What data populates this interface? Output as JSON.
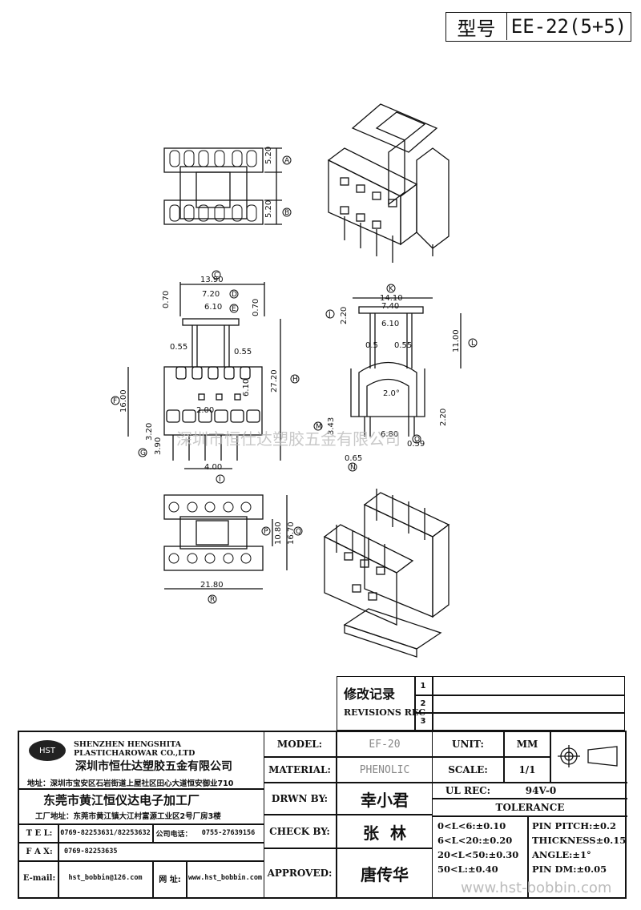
{
  "header": {
    "model_label": "型号",
    "model_value": "EE-22(5+5)"
  },
  "dimensions": {
    "top_view": [
      "5.20",
      "5.20"
    ],
    "front": [
      "13.90",
      "7.20",
      "6.10",
      "0.70",
      "0.70",
      "0.55",
      "0.55",
      "27.20",
      "16.00",
      "2.00",
      "3.20",
      "3.90",
      "4.00",
      "6.10"
    ],
    "side": [
      "14.10",
      "7.40",
      "6.10",
      "2.20",
      "11.00",
      "0.5",
      "0.55",
      "2.0°",
      "3.43",
      "6.80",
      "2.20",
      "0.65",
      "0.59"
    ],
    "bottom": [
      "10.80",
      "16.70",
      "21.80"
    ]
  },
  "callouts": [
    "A",
    "B",
    "C",
    "D",
    "E",
    "F",
    "G",
    "H",
    "I",
    "J",
    "K",
    "L",
    "M",
    "N",
    "O",
    "P",
    "Q",
    "R"
  ],
  "watermark": "深圳市恒仕达塑胶五金有限公司",
  "revisions": {
    "title_cn": "修改记录",
    "title_en": "REVISIONS REC",
    "marks": [
      "1",
      "2",
      "3"
    ]
  },
  "company": {
    "name_en": "SHENZHEN HENGSHITA PLASTICHAROWAR CO.,LTD",
    "name_cn": "深圳市恒仕达塑胶五金有限公司",
    "address1": "地址：深圳市宝安区石岩街道上屋社区田心大道恒安御业710",
    "factory_cn": "东莞市黄江恒仪达电子加工厂",
    "address2": "工厂地址：东莞市黄江镇大江村富源工业区2号厂房3楼",
    "tel_label": "T E L:",
    "tel_value": "0769-82253631/82253632",
    "tel2_label": "公司电话：",
    "tel2_value": "0755-27639156",
    "fax_label": "F A X:",
    "fax_value": "0769-82253635",
    "email_label": "E-mail:",
    "email_value": "hst_bobbin@126.com",
    "web_label": "网 址:",
    "web_value": "www.hst_bobbin.com"
  },
  "titleblock": {
    "model_label": "MODEL:",
    "model_value": "EF-20",
    "material_label": "MATERIAL:",
    "material_value": "PHENOLIC",
    "drawn_label": "DRWN BY:",
    "drawn_value": "幸小君",
    "check_label": "CHECK BY:",
    "check_value": "张  林",
    "approved_label": "APPROVED:",
    "approved_value": "唐传华",
    "unit_label": "UNIT:",
    "unit_value": "MM",
    "scale_label": "SCALE:",
    "scale_value": "1/1",
    "ul_label": "UL REC:",
    "ul_value": "94V-0",
    "tolerance_label": "TOLERANCE",
    "tol_lines": [
      "0<L<6:±0.10",
      "6<L<20:±0.20",
      "20<L<50:±0.30",
      "50<L:±0.40"
    ],
    "tol_right": [
      "PIN PITCH:±0.2",
      "THICKNESS±0.15",
      "ANGLE:±1°",
      "PIN DM:±0.05"
    ]
  },
  "site_watermark": "www.hst-bobbin.com"
}
